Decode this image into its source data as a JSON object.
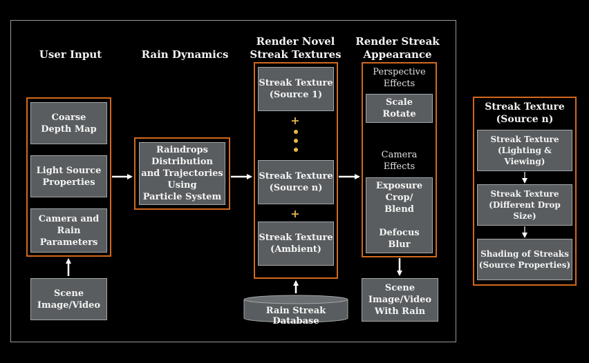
{
  "headers": {
    "user_input": "User Input",
    "rain_dynamics": "Rain Dynamics",
    "render_novel": "Render Novel\nStreak Textures",
    "render_appearance": "Render  Streak\nAppearance",
    "streak_texture_n": "Streak Texture\n(Source n)"
  },
  "user_input": {
    "coarse_depth": "Coarse\nDepth Map",
    "light_source": "Light Source\nProperties",
    "camera_rain": "Camera and\nRain\nParameters",
    "scene": "Scene\nImage/Video"
  },
  "rain_dynamics": {
    "raindrops": "Raindrops\nDistribution\nand Trajectories\nUsing\nParticle System"
  },
  "textures": {
    "source1": "Streak Texture\n(Source 1)",
    "source_n": "Streak Texture\n(Source n)",
    "ambient": "Streak Texture\n(Ambient)",
    "plus": "+",
    "database": "Rain Streak Database"
  },
  "appearance": {
    "perspective_label": "Perspective\nEffects",
    "scale_rotate": "Scale\nRotate",
    "camera_label": "Camera\nEffects",
    "exposure": "Exposure\nCrop/\nBlend\n\nDefocus\nBlur",
    "output": "Scene\nImage/Video\nWith Rain"
  },
  "detail": {
    "lighting": "Streak Texture\n(Lighting & Viewing)",
    "drop_size": "Streak Texture\n(Different Drop Size)",
    "shading": "Shading of Streaks\n(Source Properties)"
  },
  "colors": {
    "accent_border": "#d2691e",
    "box_fill": "#5a5d5f",
    "dots": "#e8b84a"
  }
}
